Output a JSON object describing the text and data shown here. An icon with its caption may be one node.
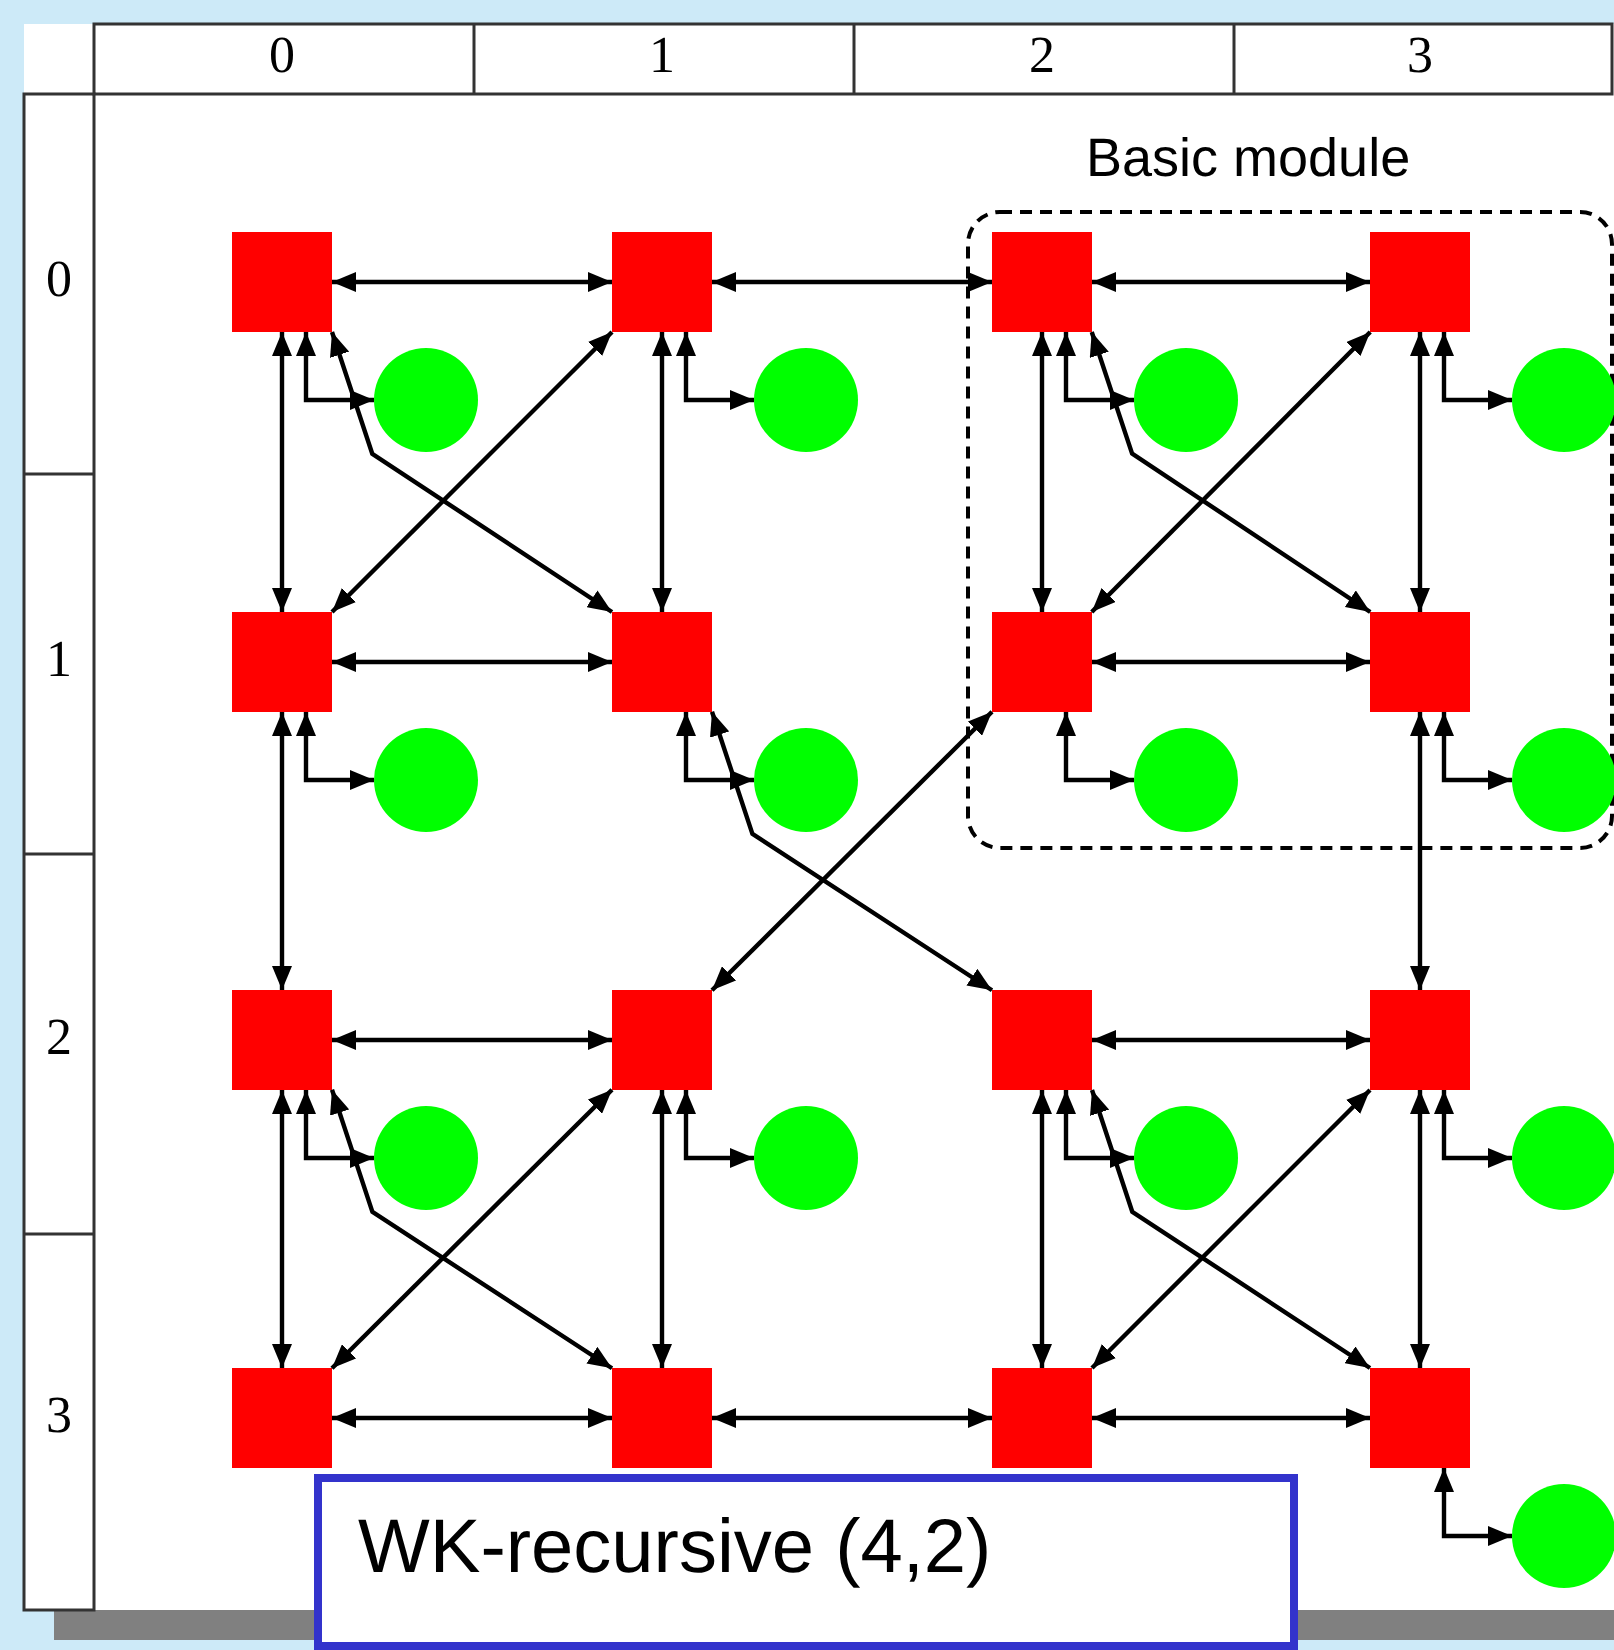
{
  "diagram": {
    "nodes": [
      {
        "text": [
          "Basic module"
        ]
      },
      {
        "text": [],
        "shape": "box"
      },
      {
        "text": [],
        "shape": "circle"
      },
      {
        "text": [],
        "shape": "box"
      },
      {
        "text": [],
        "shape": "circle"
      },
      {
        "text": [],
        "shape": "box",
        "in": 0
      },
      {
        "text": [],
        "shape": "circle",
        "in": 0
      },
      {
        "text": [],
        "shape": "box",
        "in": 0
      },
      {
        "text": [],
        "shape": "circle",
        "in": 0
      },
      {
        "text": [],
        "shape": "box"
      },
      {
        "text": [],
        "shape": "circle"
      },
      {
        "text": [],
        "shape": "box"
      },
      {
        "text": [],
        "shape": "circle"
      },
      {
        "text": [],
        "shape": "box",
        "in": 0
      },
      {
        "text": [],
        "shape": "circle",
        "in": 0
      },
      {
        "text": [],
        "shape": "box",
        "in": 0
      },
      {
        "text": [],
        "shape": "circle",
        "in": 0
      },
      {
        "text": [],
        "shape": "box"
      },
      {
        "text": [],
        "shape": "circle"
      },
      {
        "text": [],
        "shape": "box"
      },
      {
        "text": [],
        "shape": "circle"
      },
      {
        "text": [],
        "shape": "box"
      },
      {
        "text": [],
        "shape": "circle"
      },
      {
        "text": [],
        "shape": "box"
      },
      {
        "text": [],
        "shape": "circle"
      },
      {
        "text": [],
        "shape": "box"
      },
      {
        "text": [],
        "shape": "box"
      },
      {
        "text": [],
        "shape": "box"
      },
      {
        "text": [],
        "shape": "box"
      },
      {
        "text": [],
        "shape": "circle"
      },
      {
        "text": [
          "WK-recursive (4,2)"
        ]
      }
    ],
    "edges": [
      {
        "from": 1,
        "to": 2,
        "arrow": "both"
      },
      {
        "from": 3,
        "to": 4,
        "arrow": "both"
      },
      {
        "from": 5,
        "to": 6,
        "arrow": "both"
      },
      {
        "from": 7,
        "to": 8,
        "arrow": "both"
      },
      {
        "from": 9,
        "to": 10,
        "arrow": "both"
      },
      {
        "from": 11,
        "to": 12,
        "arrow": "both"
      },
      {
        "from": 13,
        "to": 14,
        "arrow": "both"
      },
      {
        "from": 15,
        "to": 16,
        "arrow": "both"
      },
      {
        "from": 17,
        "to": 18,
        "arrow": "both"
      },
      {
        "from": 19,
        "to": 20,
        "arrow": "both"
      },
      {
        "from": 21,
        "to": 22,
        "arrow": "both"
      },
      {
        "from": 23,
        "to": 24,
        "arrow": "both"
      },
      {
        "from": 28,
        "to": 29,
        "arrow": "both"
      },
      {
        "from": 1,
        "to": 3,
        "arrow": "both"
      },
      {
        "from": 9,
        "to": 11,
        "arrow": "both"
      },
      {
        "from": 1,
        "to": 9,
        "arrow": "both"
      },
      {
        "from": 3,
        "to": 11,
        "arrow": "both"
      },
      {
        "from": 1,
        "to": 11,
        "arrow": "both"
      },
      {
        "from": 3,
        "to": 9,
        "arrow": "both"
      },
      {
        "from": 5,
        "to": 7,
        "arrow": "both"
      },
      {
        "from": 13,
        "to": 15,
        "arrow": "both"
      },
      {
        "from": 5,
        "to": 13,
        "arrow": "both"
      },
      {
        "from": 7,
        "to": 15,
        "arrow": "both"
      },
      {
        "from": 5,
        "to": 15,
        "arrow": "both"
      },
      {
        "from": 7,
        "to": 13,
        "arrow": "both"
      },
      {
        "from": 17,
        "to": 19,
        "arrow": "both"
      },
      {
        "from": 25,
        "to": 26,
        "arrow": "both"
      },
      {
        "from": 17,
        "to": 25,
        "arrow": "both"
      },
      {
        "from": 19,
        "to": 26,
        "arrow": "both"
      },
      {
        "from": 17,
        "to": 26,
        "arrow": "both"
      },
      {
        "from": 19,
        "to": 25,
        "arrow": "both"
      },
      {
        "from": 21,
        "to": 23,
        "arrow": "both"
      },
      {
        "from": 27,
        "to": 28,
        "arrow": "both"
      },
      {
        "from": 21,
        "to": 27,
        "arrow": "both"
      },
      {
        "from": 23,
        "to": 28,
        "arrow": "both"
      },
      {
        "from": 21,
        "to": 28,
        "arrow": "both"
      },
      {
        "from": 23,
        "to": 27,
        "arrow": "both"
      },
      {
        "from": 3,
        "to": 5,
        "arrow": "both"
      },
      {
        "from": 9,
        "to": 17,
        "arrow": "both"
      },
      {
        "from": 11,
        "to": 21,
        "arrow": "both"
      },
      {
        "from": 13,
        "to": 19,
        "arrow": "both"
      },
      {
        "from": 15,
        "to": 23,
        "arrow": "both"
      },
      {
        "from": 26,
        "to": 27,
        "arrow": "both"
      }
    ],
    "labels": [
      "0",
      "1",
      "2",
      "3",
      "0",
      "1",
      "2",
      "3"
    ]
  }
}
